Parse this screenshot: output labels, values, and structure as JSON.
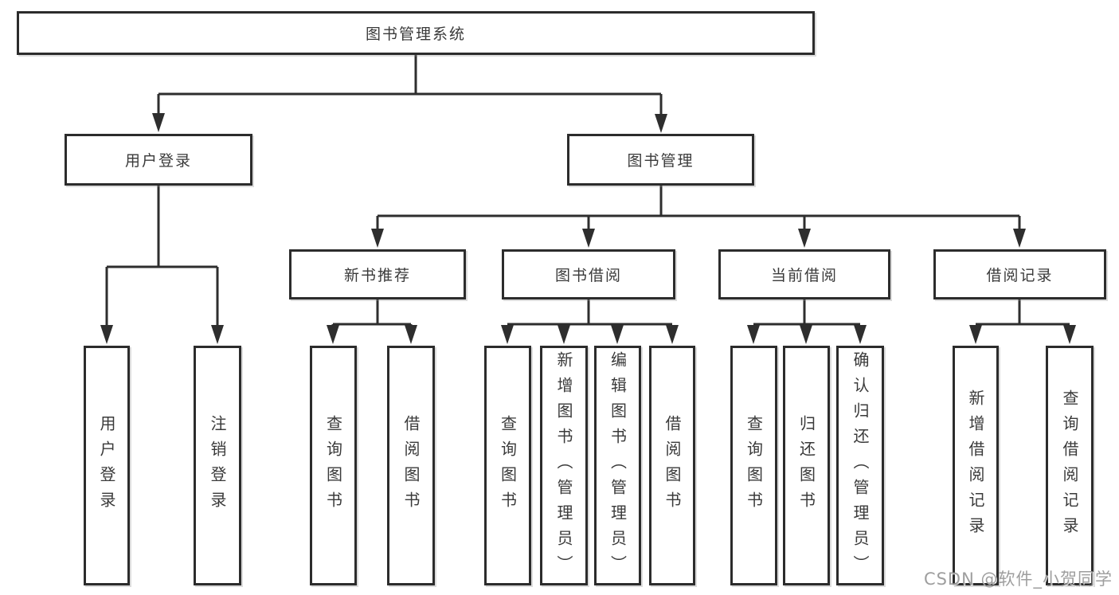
{
  "diagram": {
    "root": {
      "label": "图书管理系统"
    },
    "level2": [
      {
        "label": "用户登录"
      },
      {
        "label": "图书管理"
      }
    ],
    "level3": [
      {
        "label": "新书推荐"
      },
      {
        "label": "图书借阅"
      },
      {
        "label": "当前借阅"
      },
      {
        "label": "借阅记录"
      }
    ],
    "leaves": {
      "user_login": [
        {
          "label": "用户登录"
        },
        {
          "label": "注销登录"
        }
      ],
      "new_book": [
        {
          "label": "查询图书"
        },
        {
          "label": "借阅图书"
        }
      ],
      "book_borrow": [
        {
          "label": "查询图书"
        },
        {
          "label": "新增图书（管理员）"
        },
        {
          "label": "编辑图书（管理员）"
        },
        {
          "label": "借阅图书"
        }
      ],
      "current_borrow": [
        {
          "label": "查询图书"
        },
        {
          "label": "归还图书"
        },
        {
          "label": "确认归还（管理员）"
        }
      ],
      "borrow_record": [
        {
          "label": "新增借阅记录"
        },
        {
          "label": "查询借阅记录"
        }
      ]
    }
  },
  "watermark": {
    "text": "CSDN @软件_小贺同学"
  },
  "colors": {
    "line": "#2e2e2e",
    "box_border": "#2c2c2c",
    "text": "#3a3a3a",
    "watermark": "#949494",
    "background": "#ffffff"
  }
}
